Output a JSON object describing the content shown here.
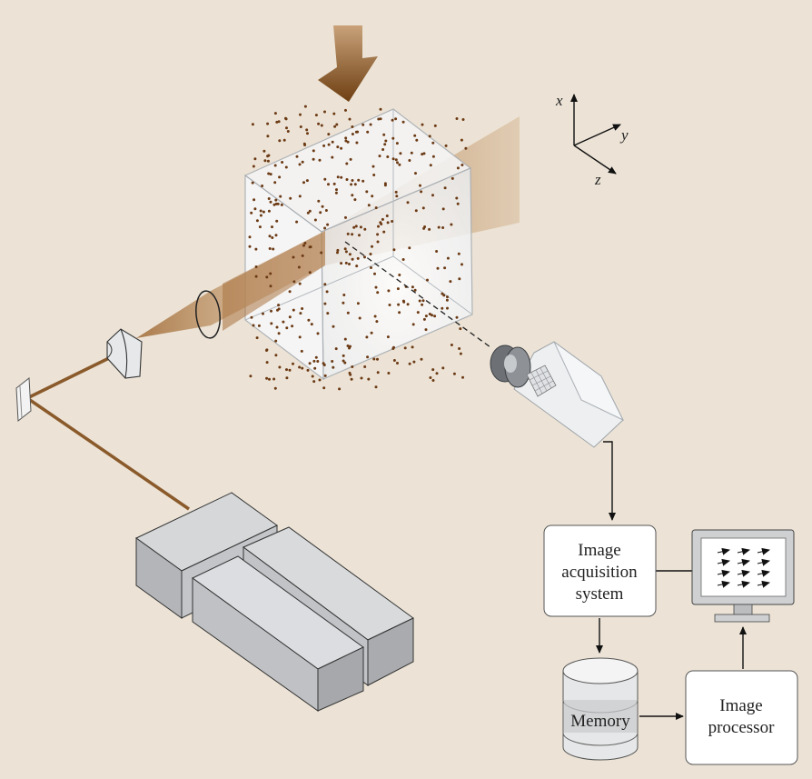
{
  "axes": {
    "x": "x",
    "y": "y",
    "z": "z"
  },
  "blocks": {
    "acquisition": [
      "Image",
      "acquisition",
      "system"
    ],
    "memory": "Memory",
    "processor": [
      "Image",
      "processor"
    ]
  },
  "colors": {
    "background": "#ece3d6",
    "laser_beam": "#8a5a2b",
    "particle": "#6b3a14",
    "box_fill": "#ffffff",
    "device_grey": "#c8c9cb"
  }
}
